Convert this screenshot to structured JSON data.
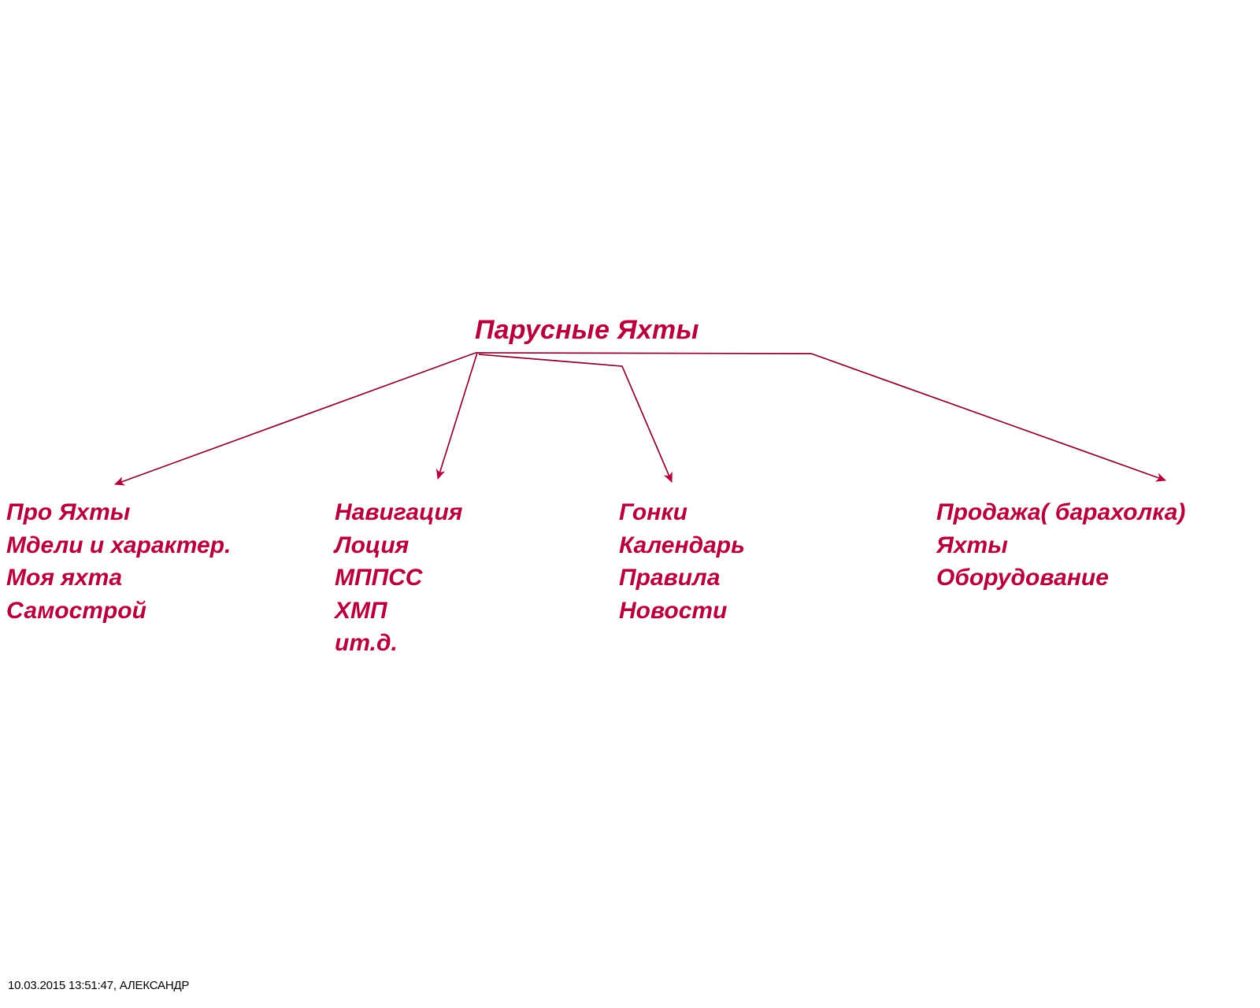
{
  "page": {
    "background_color": "#ffffff",
    "accent_color": "#B5003C",
    "footer_color": "#000000"
  },
  "diagram": {
    "root": {
      "label": "Парусные Яхты"
    },
    "branches": [
      {
        "id": "branch-pro-yahty",
        "arrow_name": "arrow-to-pro-yahty",
        "items": [
          {
            "label": "Про Яхты"
          },
          {
            "label": "Мдели и характер."
          },
          {
            "label": "Моя яхта"
          },
          {
            "label": "Самострой"
          }
        ]
      },
      {
        "id": "branch-navigatsiya",
        "arrow_name": "arrow-to-navigatsiya",
        "items": [
          {
            "label": "Навигация"
          },
          {
            "label": "Лоция"
          },
          {
            "label": "МППСС"
          },
          {
            "label": "ХМП"
          },
          {
            "label": "ит.д."
          }
        ]
      },
      {
        "id": "branch-gonki",
        "arrow_name": "arrow-to-gonki",
        "items": [
          {
            "label": "Гонки"
          },
          {
            "label": "Календарь"
          },
          {
            "label": "Правила"
          },
          {
            "label": "Новости"
          }
        ]
      },
      {
        "id": "branch-prodazha",
        "arrow_name": "arrow-to-prodazha",
        "items": [
          {
            "label": "Продажа( барахолка)"
          },
          {
            "label": "Яхты"
          },
          {
            "label": "Оборудование"
          }
        ]
      }
    ]
  },
  "footer": {
    "stamp": "10.03.2015 13:51:47, АЛЕКСАНДР"
  }
}
